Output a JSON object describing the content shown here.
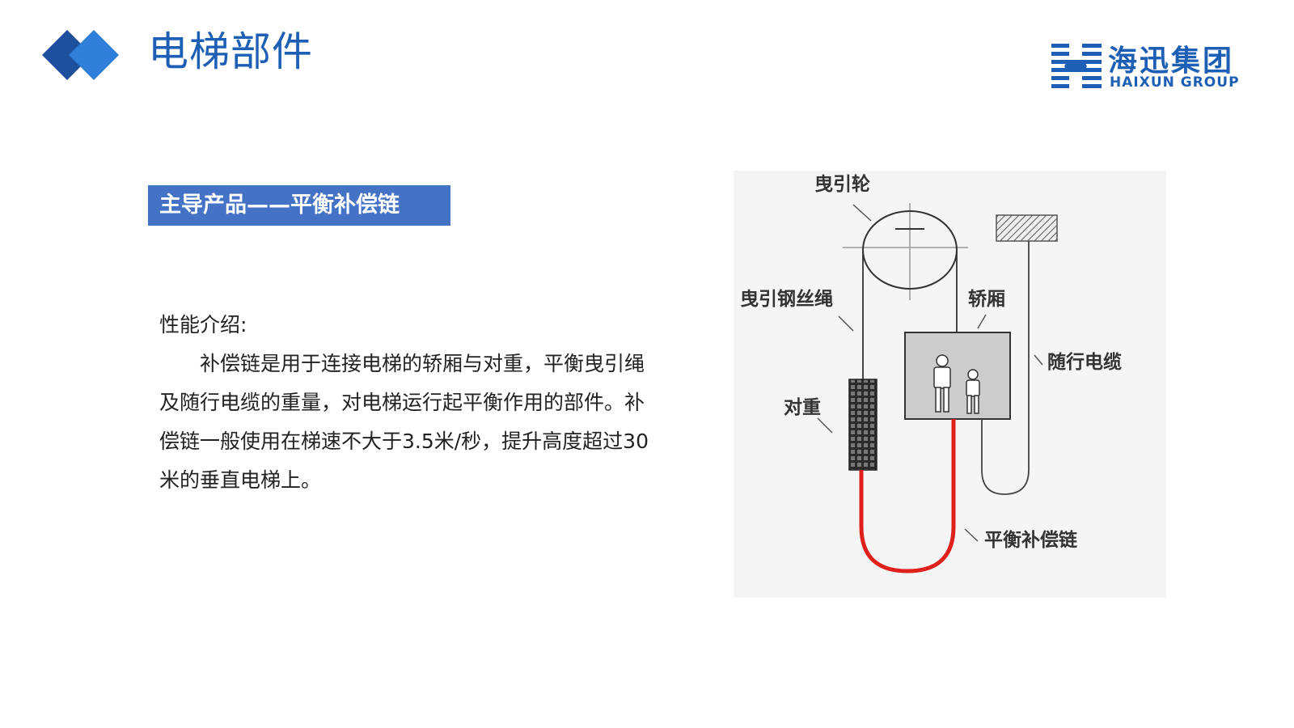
{
  "header": {
    "title": "电梯部件",
    "icon": "blue-diamonds-icon"
  },
  "logo": {
    "name": "海迅集团",
    "subtitle": "HAIXUN GROUP",
    "icon": "striped-h-icon",
    "color": "#1d5fb4"
  },
  "content": {
    "product_banner": "主导产品——平衡补偿链",
    "intro_heading": "性能介绍:",
    "intro_body": "补偿链是用于连接电梯的轿厢与对重，平衡曳引绳及随行电缆的重量，对电梯运行起平衡作用的部件。补偿链一般使用在梯速不大于3.5米/秒，提升高度超过30米的垂直电梯上。"
  },
  "diagram": {
    "labels": {
      "traction_sheave": "曳引轮",
      "traction_rope": "曳引钢丝绳",
      "car": "轿厢",
      "traveling_cable": "随行电缆",
      "counterweight": "对重",
      "compensation_chain": "平衡补偿链"
    }
  },
  "colors": {
    "brand_blue": "#1d5fb4",
    "banner_blue": "#4472c4",
    "chain_red": "#e0201b"
  }
}
